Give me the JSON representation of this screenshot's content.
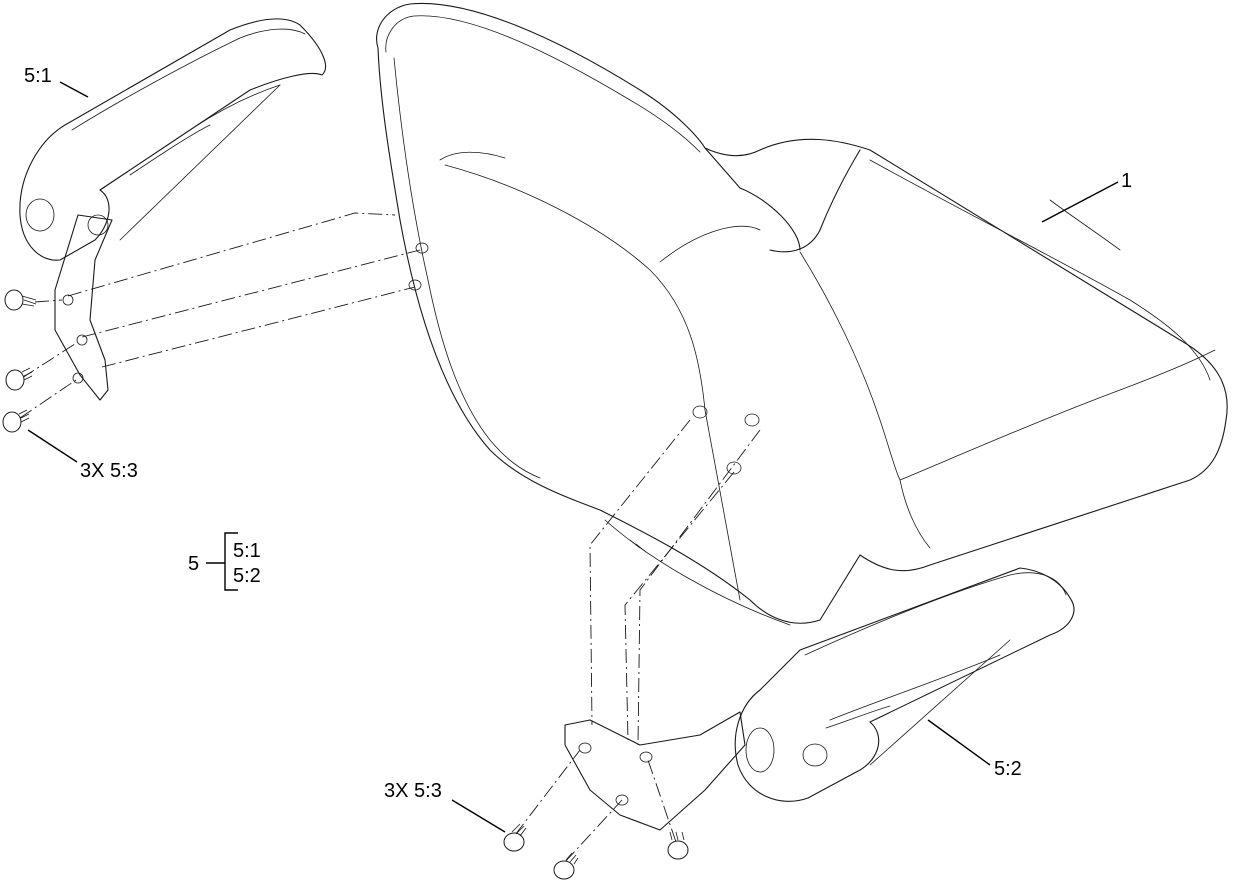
{
  "callouts": {
    "seat": "1",
    "left_armrest": "5:1",
    "right_armrest": "5:2",
    "left_screws": "3X 5:3",
    "right_screws": "3X 5:3"
  },
  "assembly_key": {
    "parent": "5",
    "children": [
      "5:1",
      "5:2"
    ]
  },
  "icons": [
    "seat-drawing",
    "armrest-drawing",
    "bracket-drawing",
    "screw-drawing"
  ]
}
